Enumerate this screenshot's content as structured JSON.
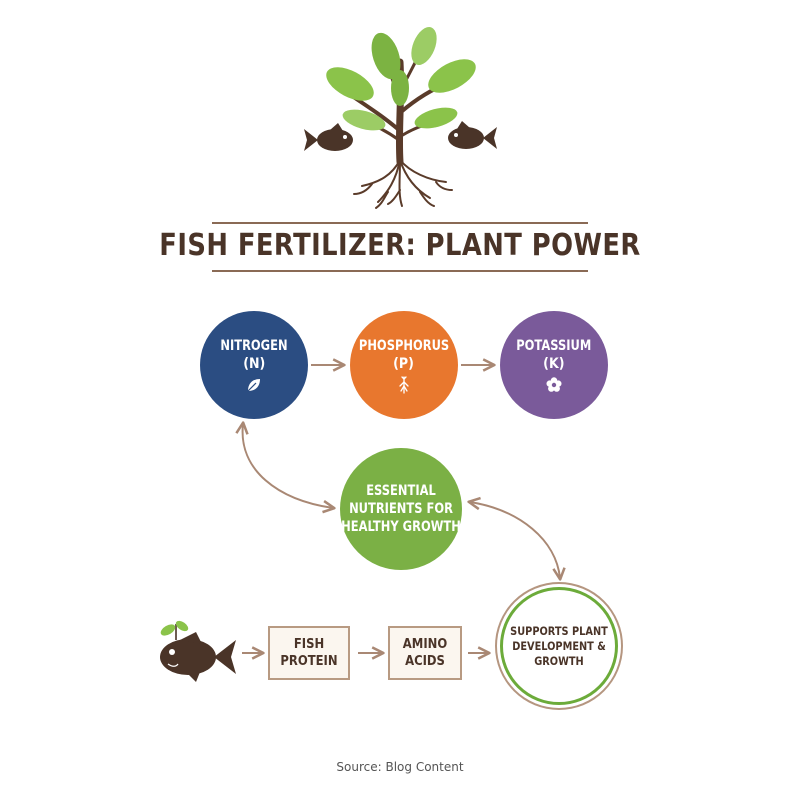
{
  "title": "FISH FERTILIZER: PLANT POWER",
  "nutrients": [
    {
      "name": "NITROGEN",
      "symbol": "(N)",
      "color": "#2b4d82",
      "icon": "leaf-icon"
    },
    {
      "name": "PHOSPHORUS",
      "symbol": "(P)",
      "color": "#e8772e",
      "icon": "root-icon"
    },
    {
      "name": "POTASSIUM",
      "symbol": "(K)",
      "color": "#7a5a9a",
      "icon": "flower-icon"
    }
  ],
  "center": {
    "label": "ESSENTIAL NUTRIENTS FOR HEALTHY GROWTH",
    "color": "#7bb045"
  },
  "flow": {
    "fish_protein": "FISH PROTEIN",
    "amino_acids": "AMINO ACIDS",
    "result": "SUPPORTS PLANT DEVELOPMENT & GROWTH"
  },
  "source": "Source: Blog Content",
  "colors": {
    "brown": "#4a3428",
    "arrow": "#a98874",
    "leaf_green": "#8bc34a"
  }
}
